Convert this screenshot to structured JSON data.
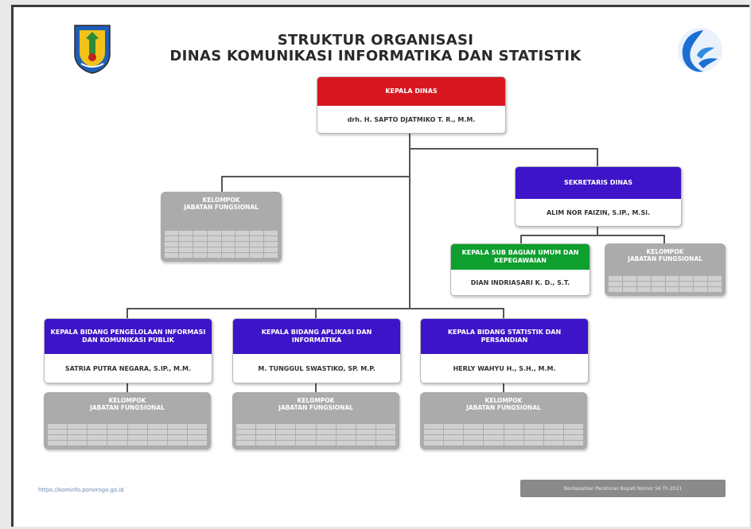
{
  "header": {
    "title_line1": "STRUKTUR ORGANISASI",
    "title_line2": "DINAS KOMUNIKASI INFORMATIKA DAN STATISTIK"
  },
  "kepala": {
    "title": "KEPALA DINAS",
    "name": "drh. H. SAPTO DJATMIKO T. R., M.M."
  },
  "sekretaris": {
    "title": "SEKRETARIS DINAS",
    "name": "ALIM NOR FAIZIN, S.IP., M.Si."
  },
  "subbag": {
    "title": "KEPALA SUB BAGIAN UMUM DAN KEPEGAWAIAN",
    "name": "DIAN INDRIASARI K. D., S.T."
  },
  "fungsional": {
    "line1": "KELOMPOK",
    "line2": "JABATAN FUNGSIONAL"
  },
  "bidang": [
    {
      "title": "KEPALA BIDANG PENGELOLAAN INFORMASI DAN KOMUNIKASI PUBLIK",
      "name": "SATRIA PUTRA NEGARA, S.IP., M.M."
    },
    {
      "title": "KEPALA BIDANG APLIKASI DAN INFORMATIKA",
      "name": "M. TUNGGUL SWASTIKO, SP. M.P."
    },
    {
      "title": "KEPALA BIDANG STATISTIK DAN PERSANDIAN",
      "name": "HERLY WAHYU H., S.H., M.M."
    }
  ],
  "footer": {
    "url": "https://kominfo.ponorogo.go.id",
    "note": "Berdasarkan Peraturan Bupati Nomor 56 Th 2021"
  },
  "colors": {
    "kepala": "#d6171f",
    "bidang": "#3d14c8",
    "subbag": "#0e9f2e",
    "fungsional": "#ababab"
  },
  "icons": {
    "left_logo": "ponorogo-regency-crest",
    "right_logo": "kominfo-logo"
  }
}
